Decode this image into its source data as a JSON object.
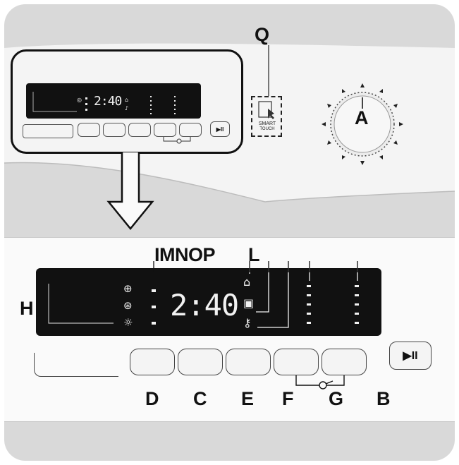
{
  "labels": {
    "A": "A",
    "B": "B",
    "C": "C",
    "D": "D",
    "E": "E",
    "F": "F",
    "G": "G",
    "H": "H",
    "IMNOP": "IMNOP",
    "L": "L",
    "Q": "Q"
  },
  "display": {
    "time": "2:40"
  },
  "smart_touch": {
    "line1": "SMART",
    "line2": "TOUCH"
  },
  "play_pause_glyph": "▶II",
  "icons": [
    "prewash-plus-icon",
    "rinse-icon",
    "spin-icon",
    "door-lock-icon",
    "delay-lock-icon",
    "key-lock-icon",
    "play-pause-icon",
    "smart-touch-icon",
    "program-dial-icon"
  ]
}
